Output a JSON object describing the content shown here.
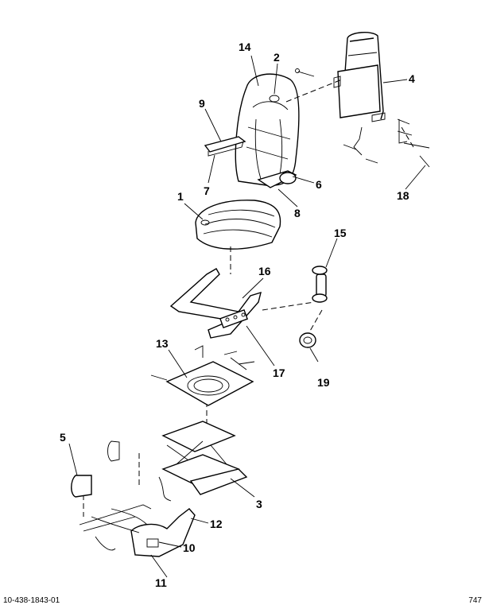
{
  "figure": {
    "callouts": [
      "1",
      "2",
      "3",
      "4",
      "5",
      "6",
      "7",
      "8",
      "9",
      "10",
      "11",
      "12",
      "13",
      "14",
      "15",
      "16",
      "17",
      "18",
      "19"
    ],
    "footer_left": "10-438-1843-01",
    "footer_right": "747"
  }
}
